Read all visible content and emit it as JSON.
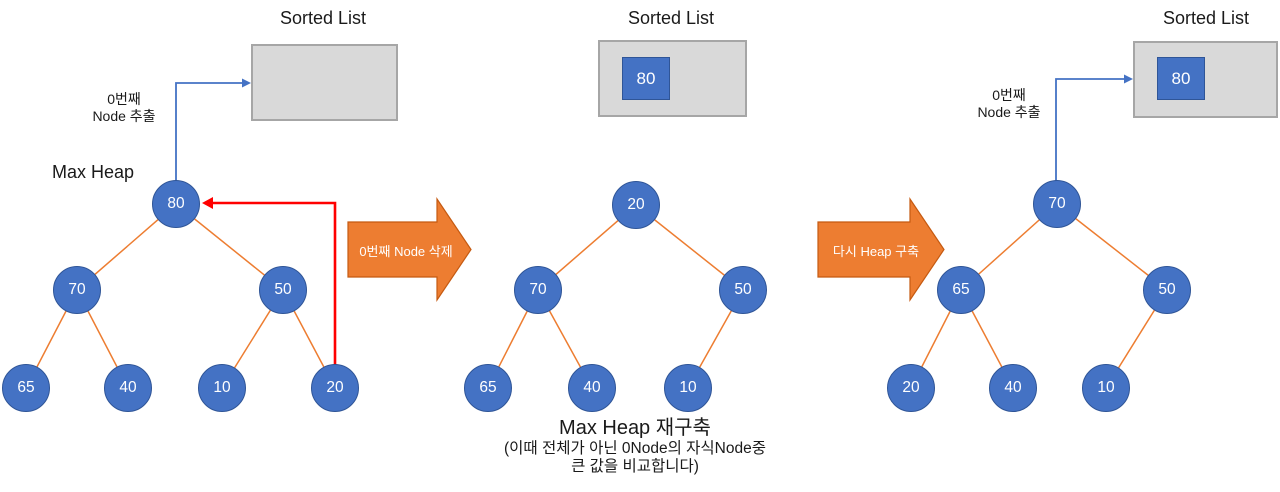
{
  "colors": {
    "node_fill": "#4472C4",
    "node_border": "#2F5597",
    "edge_orange": "#ED7D31",
    "block_arrow_fill": "#ED7D31",
    "block_arrow_border": "#C55A11",
    "red_arrow": "#FF0000",
    "blue_arrow": "#4472C4",
    "box_fill": "#D9D9D9",
    "box_border": "#A6A6A6",
    "text": "#1A1A1A"
  },
  "panels": {
    "left": {
      "sorted_list_title": "Sorted List",
      "heap_label": "Max Heap",
      "extract_label": {
        "line1": "0번째",
        "line2": "Node 추출"
      },
      "heap_nodes": [
        "80",
        "70",
        "50",
        "65",
        "40",
        "10",
        "20"
      ]
    },
    "middle": {
      "sorted_list_title": "Sorted List",
      "sorted_list_item": "80",
      "heap_nodes": [
        "20",
        "70",
        "50",
        "65",
        "40",
        "10"
      ],
      "caption": {
        "line1": "Max Heap 재구축",
        "line2": "(이때 전체가 아닌 0Node의 자식Node중",
        "line3": "큰 값을 비교합니다)"
      }
    },
    "right": {
      "sorted_list_title": "Sorted List",
      "sorted_list_item": "80",
      "extract_label": {
        "line1": "0번째",
        "line2": "Node 추출"
      },
      "heap_nodes": [
        "70",
        "65",
        "50",
        "20",
        "40",
        "10"
      ]
    },
    "arrows": {
      "delete_arrow_label": "0번째 Node 삭제",
      "rebuild_arrow_label": "다시 Heap 구축"
    }
  }
}
